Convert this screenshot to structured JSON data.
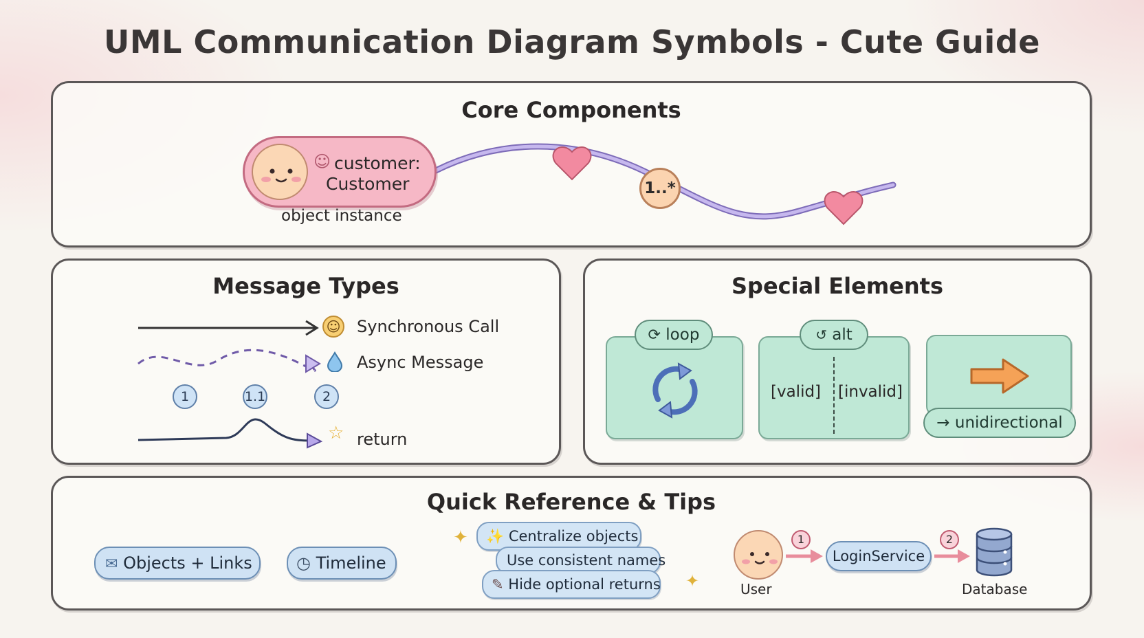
{
  "title": "UML Communication Diagram Symbols - Cute Guide",
  "core": {
    "heading": "Core Components",
    "object_name_line1": "customer:",
    "object_name_line2": "Customer",
    "object_caption": "object instance",
    "multiplicity": "1..*"
  },
  "messages": {
    "heading": "Message Types",
    "sync_label": "Synchronous Call",
    "async_label": "Async Message",
    "sequence_numbers": [
      "1",
      "1.1",
      "2"
    ],
    "return_label": "return"
  },
  "special": {
    "heading": "Special Elements",
    "loop_label": "loop",
    "alt_label": "alt",
    "alt_guard_left": "[valid]",
    "alt_guard_right": "[invalid]",
    "unidirectional_label": "→ unidirectional"
  },
  "tips": {
    "heading": "Quick Reference & Tips",
    "objects_links": "Objects + Links",
    "timeline": "Timeline",
    "tip1": "Centralize objects",
    "tip2": "Use consistent names",
    "tip3": "Hide optional returns",
    "example": {
      "user": "User",
      "step1": "1",
      "service": "LoginService",
      "step2": "2",
      "database": "Database"
    }
  },
  "colors": {
    "accent_pink": "#f4b6c2",
    "accent_purple": "#b9a6e6",
    "accent_green": "#bfe8d6",
    "accent_blue": "#cfe2f4",
    "arrow_orange": "#f5a257"
  }
}
